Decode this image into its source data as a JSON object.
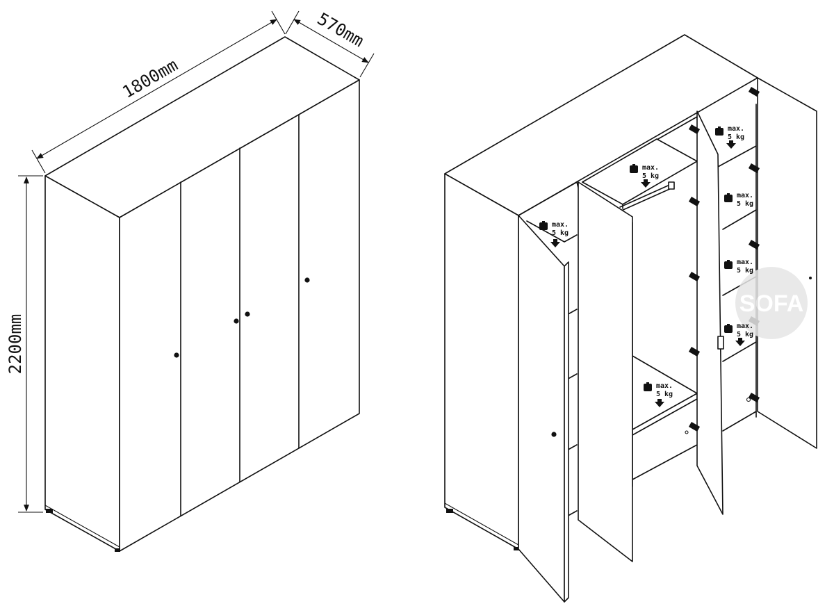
{
  "dimensions": {
    "width": "1800mm",
    "depth": "570mm",
    "height": "2200mm"
  },
  "load_labels": [
    {
      "max": "max.",
      "weight": "5 kg"
    },
    {
      "max": "max.",
      "weight": "5 kg"
    },
    {
      "max": "max.",
      "weight": "5 kg"
    },
    {
      "max": "max.",
      "weight": "5 kg"
    },
    {
      "max": "max.",
      "weight": "5 kg"
    },
    {
      "max": "max.",
      "weight": "5 kg"
    },
    {
      "max": "max.",
      "weight": "5 kg"
    }
  ],
  "watermark": "SOFA",
  "colors": {
    "line": "#111111",
    "background": "#ffffff",
    "watermark": "#e6e6e6"
  }
}
